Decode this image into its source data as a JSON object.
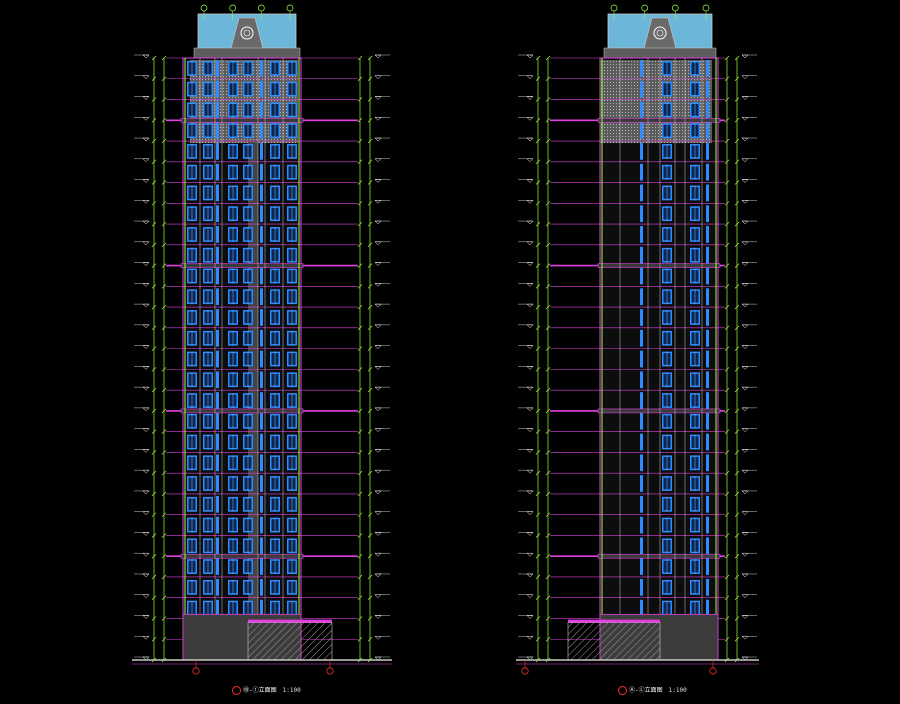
{
  "colors": {
    "background": "#000000",
    "outline": "#e040e0",
    "dimension": "#9cff3c",
    "window": "#2f8bff",
    "wall": "#c8c8c8",
    "roof": "#7fd6ff",
    "hatch": "#9a9a9a",
    "axis": "#ff3030",
    "level_text": "#ffffff"
  },
  "drawings": [
    {
      "id": "west",
      "title": "⑩-①立面图",
      "scale": "1:100"
    },
    {
      "id": "east",
      "title": "Ⓐ-Ⓛ立面图",
      "scale": "1:100"
    }
  ],
  "building": {
    "floor_count": 29
  }
}
